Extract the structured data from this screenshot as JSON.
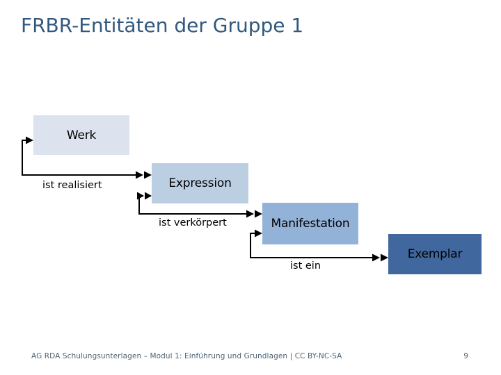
{
  "slide": {
    "title": "FRBR-Entitäten der Gruppe 1",
    "footer_text": "AG RDA Schulungsunterlagen – Modul 1: Einführung und Grundlagen |  CC BY-NC-SA",
    "page_number": "9"
  },
  "diagram": {
    "entities": [
      {
        "label": "Werk",
        "fill": "#dce3ee"
      },
      {
        "label": "Expression",
        "fill": "#bccee2"
      },
      {
        "label": "Manifestation",
        "fill": "#93b2d8"
      },
      {
        "label": "Exemplar",
        "fill": "#41679f"
      }
    ],
    "relations": [
      {
        "label": "ist realisiert",
        "from": "Werk",
        "to": "Expression"
      },
      {
        "label": "ist verkörpert",
        "from": "Expression",
        "to": "Manifestation"
      },
      {
        "label": "ist ein",
        "from": "Manifestation",
        "to": "Exemplar"
      }
    ]
  },
  "colors": {
    "background": "#ffffff",
    "title_text": "#31587e",
    "footer_text": "#4d6375",
    "connector": "#000000",
    "entity_text": "#000000"
  }
}
